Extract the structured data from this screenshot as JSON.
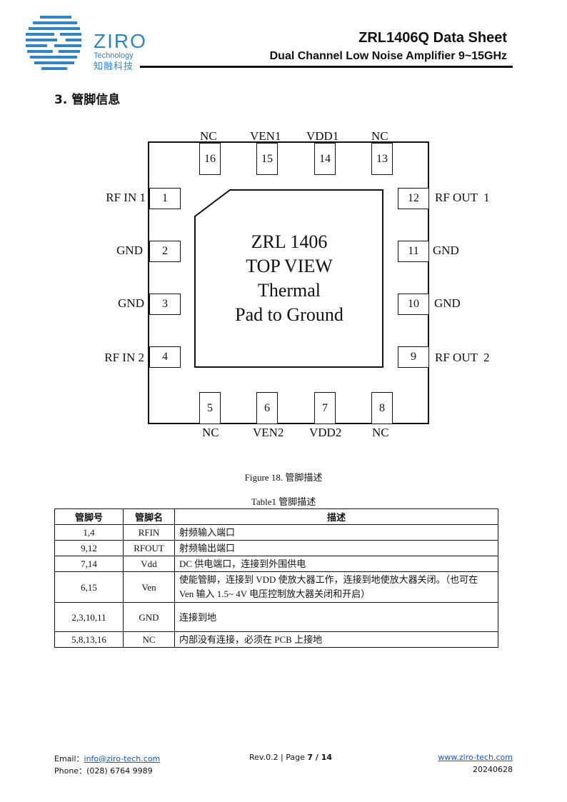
{
  "header": {
    "logo_name": "ZIRO",
    "logo_sub": "Technology",
    "logo_cn": "知融科技",
    "title": "ZRL1406Q Data Sheet",
    "subtitle": "Dual Channel Low Noise Amplifier 9~15GHz"
  },
  "section_title": "3.  管脚信息",
  "diagram": {
    "center_lines": [
      "ZRL 1406",
      "TOP VIEW",
      "Thermal",
      "Pad to Ground"
    ],
    "pins": [
      {
        "num": "1",
        "name": "RF IN 1"
      },
      {
        "num": "2",
        "name": "GND"
      },
      {
        "num": "3",
        "name": "GND"
      },
      {
        "num": "4",
        "name": "RF IN 2"
      },
      {
        "num": "5",
        "name": "NC"
      },
      {
        "num": "6",
        "name": "VEN2"
      },
      {
        "num": "7",
        "name": "VDD2"
      },
      {
        "num": "8",
        "name": "NC"
      },
      {
        "num": "9",
        "name": "RF OUT  2"
      },
      {
        "num": "10",
        "name": "GND"
      },
      {
        "num": "11",
        "name": "GND"
      },
      {
        "num": "12",
        "name": "RF OUT  1"
      },
      {
        "num": "13",
        "name": "NC"
      },
      {
        "num": "14",
        "name": "VDD1"
      },
      {
        "num": "15",
        "name": "VEN1"
      },
      {
        "num": "16",
        "name": "NC"
      }
    ]
  },
  "figure_caption": "Figure 18. 管脚描述",
  "table_caption": "Table1 管脚描述",
  "table": {
    "headers": [
      "管脚号",
      "管脚名",
      "描述"
    ],
    "rows": [
      [
        "1,4",
        "RFIN",
        "射频输入端口"
      ],
      [
        "9,12",
        "RFOUT",
        "射频输出端口"
      ],
      [
        "7,14",
        "Vdd",
        "DC 供电端口，连接到外围供电"
      ],
      [
        "6,15",
        "Ven",
        "使能管脚，连接到 VDD 使放大器工作，连接到地使放大器关闭。（也可在 Ven 输入 1.5~ 4V 电压控制放大器关闭和开启）"
      ],
      [
        "2,3,10,11",
        "GND",
        "连接到地"
      ],
      [
        "5,8,13,16",
        "NC",
        "内部没有连接，必须在 PCB 上接地"
      ]
    ]
  },
  "footer": {
    "email_label": "Email：",
    "email": "info@ziro-tech.com",
    "phone": "Phone：(028) 6764 9989",
    "rev": "Rev.0.2 | Page ",
    "page": "7 / 14",
    "website": "www.ziro-tech.com",
    "date": "20240628"
  },
  "colors": {
    "brand": "#2e84c5",
    "link": "#1a56c8"
  }
}
